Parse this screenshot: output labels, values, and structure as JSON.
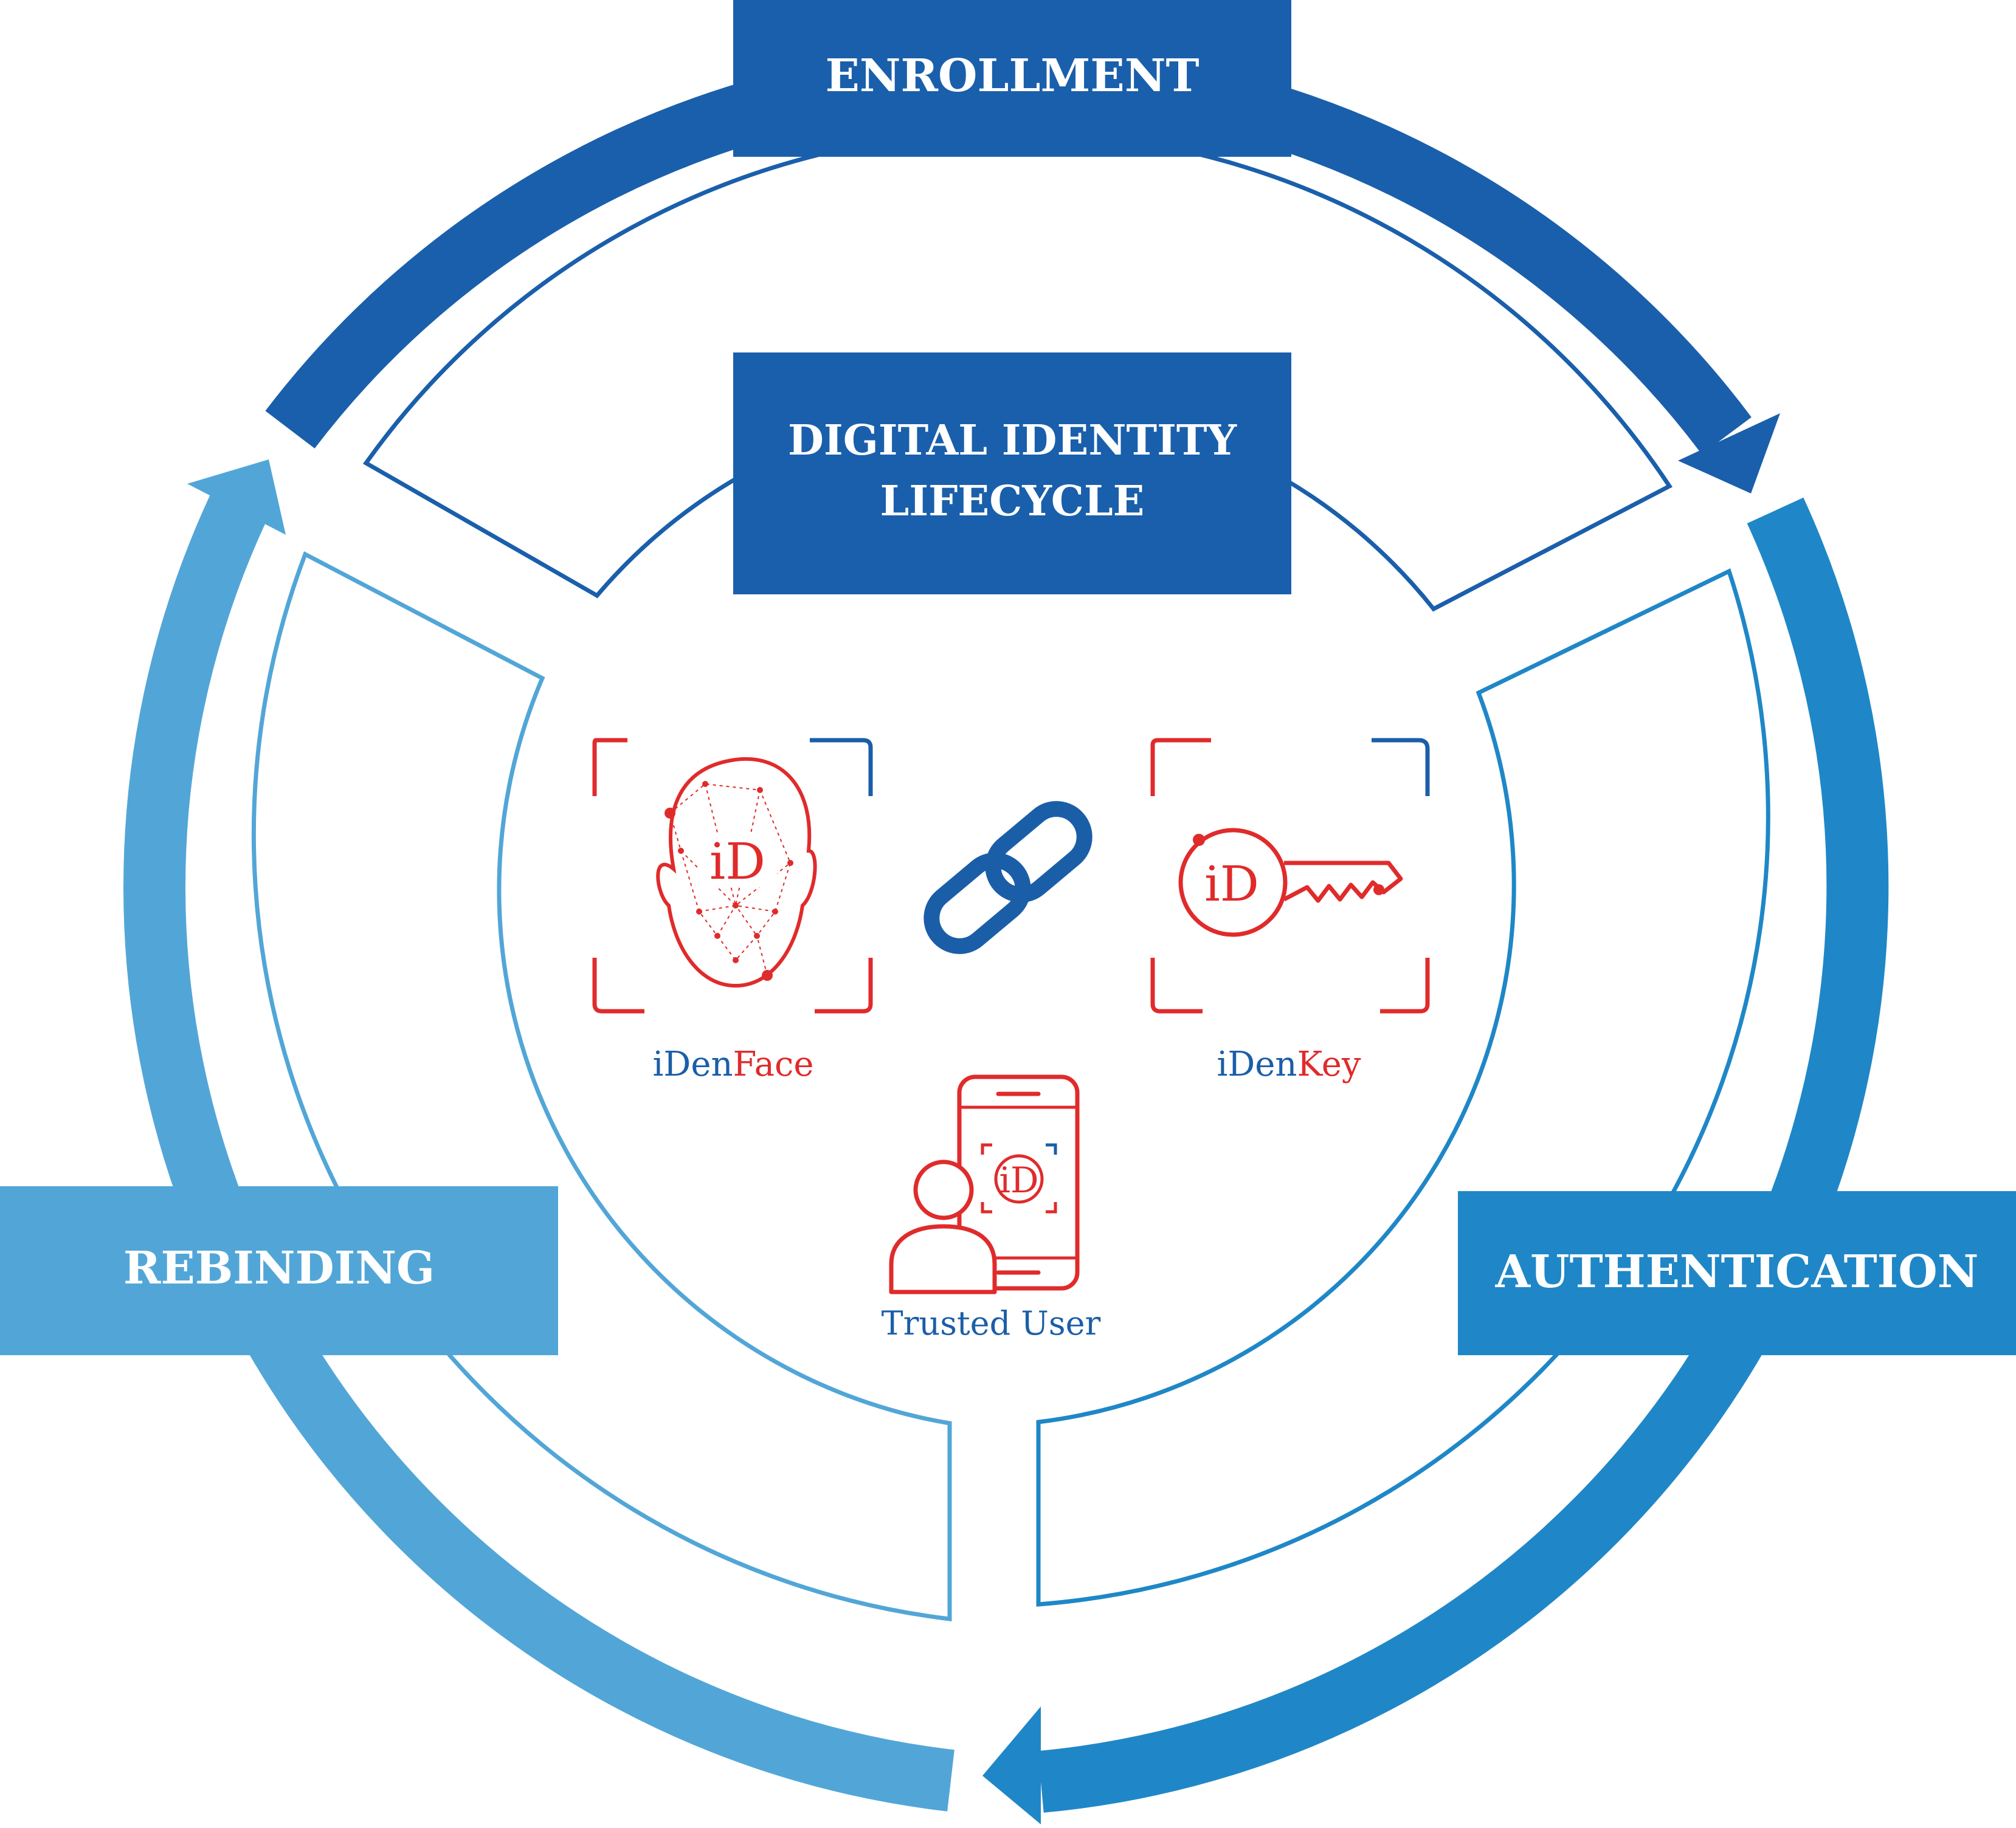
{
  "title": {
    "line1": "DIGITAL IDENTITY",
    "line2": "LIFECYCLE"
  },
  "stages": {
    "enrollment": "ENROLLMENT",
    "authentication": "AUTHENTICATION",
    "rebinding": "REBINDING"
  },
  "products": {
    "face": {
      "prefix": "iDen",
      "suffix": "Face",
      "badge": "iD"
    },
    "key": {
      "prefix": "iDen",
      "suffix": "Key",
      "badge": "iD"
    },
    "phone": {
      "badge": "iD"
    }
  },
  "user": {
    "label": "Trusted User"
  },
  "colors": {
    "enrollment": "#1a5fab",
    "authentication": "#1f87c7",
    "rebinding": "#52a6d7",
    "brand_red": "#e02b2b",
    "brand_blue": "#1b5ea8"
  },
  "icons": [
    "face-scan-icon",
    "link-icon",
    "key-icon",
    "phone-icon",
    "user-icon"
  ]
}
